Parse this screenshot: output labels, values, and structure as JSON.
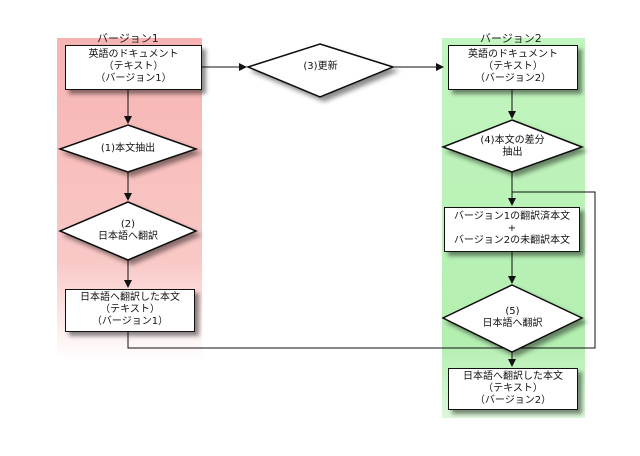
{
  "columns": {
    "v1": {
      "label": "バージョン1",
      "bg_color": "#f7b6b4"
    },
    "v2": {
      "label": "バージョン2",
      "bg_color": "#b8f2b5"
    }
  },
  "nodes": {
    "v1_doc": {
      "line1": "英語のドキュメント",
      "line2": "（テキスト）",
      "line3": "（バージョン1）"
    },
    "step1": {
      "line1": "(1)本文抽出"
    },
    "step2": {
      "line1": "(2)",
      "line2": "日本語へ翻訳"
    },
    "v1_out": {
      "line1": "日本語へ翻訳した本文",
      "line2": "（テキスト）",
      "line3": "（バージョン1）"
    },
    "step3": {
      "line1": "(3)更新"
    },
    "v2_doc": {
      "line1": "英語のドキュメント",
      "line2": "（テキスト）",
      "line3": "（バージョン2）"
    },
    "step4": {
      "line1": "(4)本文の差分",
      "line2": "抽出"
    },
    "merge": {
      "line1": "バージョン1の翻訳済本文",
      "line2": "+",
      "line3": "バージョン2の未翻訳本文"
    },
    "step5": {
      "line1": "(5)",
      "line2": "日本語へ翻訳"
    },
    "v2_out": {
      "line1": "日本語へ翻訳した本文",
      "line2": "（テキスト）",
      "line3": "（バージョン2）"
    }
  }
}
